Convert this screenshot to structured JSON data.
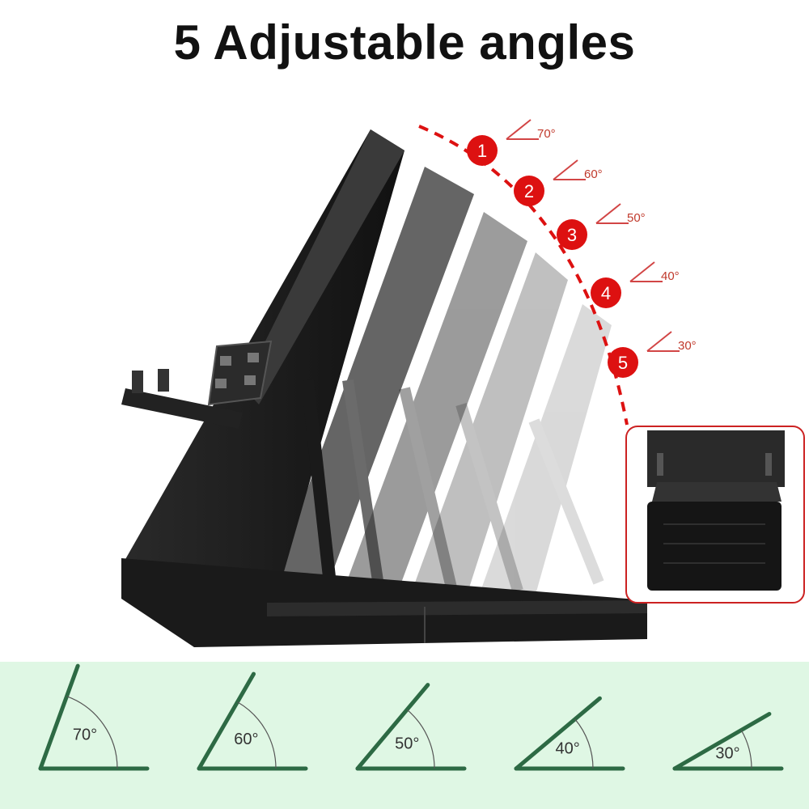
{
  "title": "5 Adjustable angles",
  "colors": {
    "accent_red": "#dd1111",
    "stand_black": "#1e1e1e",
    "diagram_green": "#2d6a44",
    "strip_bg": "#dff7e4"
  },
  "levels": [
    {
      "number": "1",
      "angle_label": "70°"
    },
    {
      "number": "2",
      "angle_label": "60°"
    },
    {
      "number": "3",
      "angle_label": "50°"
    },
    {
      "number": "4",
      "angle_label": "40°"
    },
    {
      "number": "5",
      "angle_label": "30°"
    }
  ],
  "diagrams": [
    {
      "angle": 70,
      "label": "70°"
    },
    {
      "angle": 60,
      "label": "60°"
    },
    {
      "angle": 50,
      "label": "50°"
    },
    {
      "angle": 40,
      "label": "40°"
    },
    {
      "angle": 30,
      "label": "30°"
    }
  ]
}
